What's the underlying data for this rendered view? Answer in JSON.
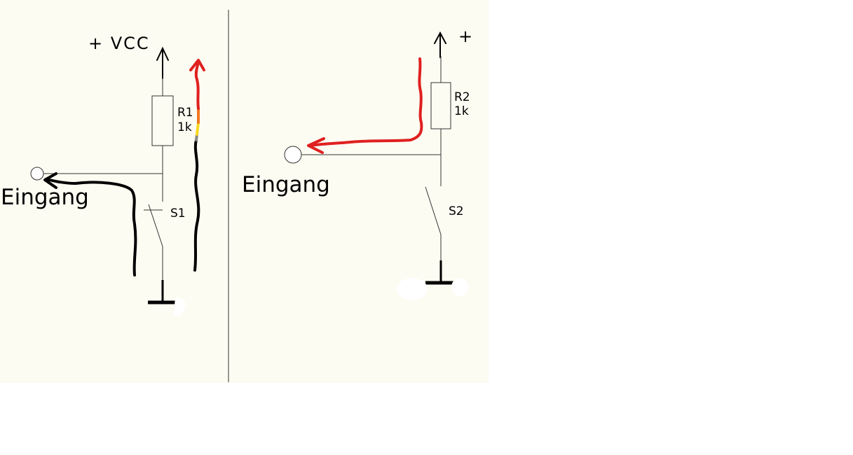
{
  "left_circuit": {
    "supply_label": "+ VCC",
    "resistor_name": "R1",
    "resistor_value": "1k",
    "switch_name": "S1",
    "input_label": "Eingang"
  },
  "right_circuit": {
    "supply_label": "+",
    "resistor_name": "R2",
    "resistor_value": "1k",
    "switch_name": "S2",
    "input_label": "Eingang"
  },
  "colors": {
    "panel_background": "#fcfcf2",
    "page_background": "#ffffff",
    "wire": "#333333",
    "current_red": "#e02020",
    "current_black": "#000000",
    "marker_orange": "#f07820",
    "marker_yellow": "#f8d820",
    "marker_grey": "#888888"
  }
}
